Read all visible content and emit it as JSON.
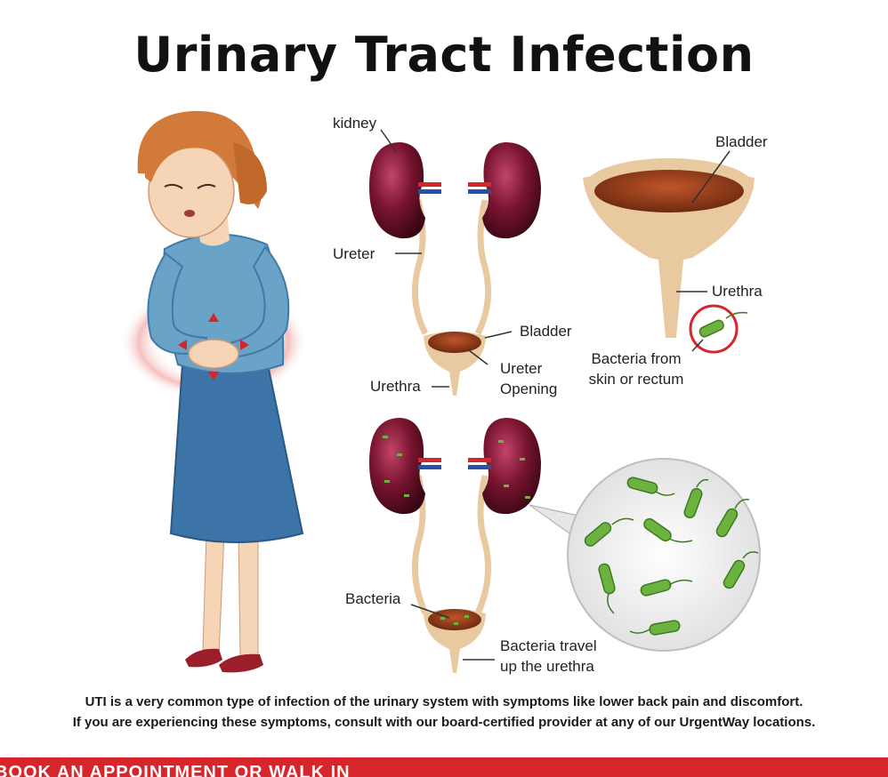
{
  "title": "Urinary Tract Infection",
  "labels": {
    "kidney": "kidney",
    "ureter": "Ureter",
    "bladder_small": "Bladder",
    "urethra_small": "Urethra",
    "ureter_opening_1": "Ureter",
    "ureter_opening_2": "Opening",
    "bladder_large": "Bladder",
    "urethra_large": "Urethra",
    "bacteria_from_1": "Bacteria from",
    "bacteria_from_2": "skin or rectum",
    "bacteria": "Bacteria",
    "bacteria_travel_1": "Bacteria travel",
    "bacteria_travel_2": "up the urethra"
  },
  "caption": {
    "line1": "UTI is a very common type of infection of the urinary system with symptoms like lower back pain and discomfort.",
    "line2": "If you are experiencing these symptoms, consult with our board-certified provider at any of our UrgentWay locations."
  },
  "banner": {
    "text": "BOOK AN APPOINTMENT OR WALK IN"
  },
  "colors": {
    "kidney": "#7a1530",
    "tube": "#e8c9a0",
    "bladder": "#a0481e",
    "bacteria": "#6cb23f",
    "accent_red": "#d7262b",
    "shirt": "#6aa3c8",
    "skirt": "#3d74a8",
    "hair": "#d27a3a"
  }
}
